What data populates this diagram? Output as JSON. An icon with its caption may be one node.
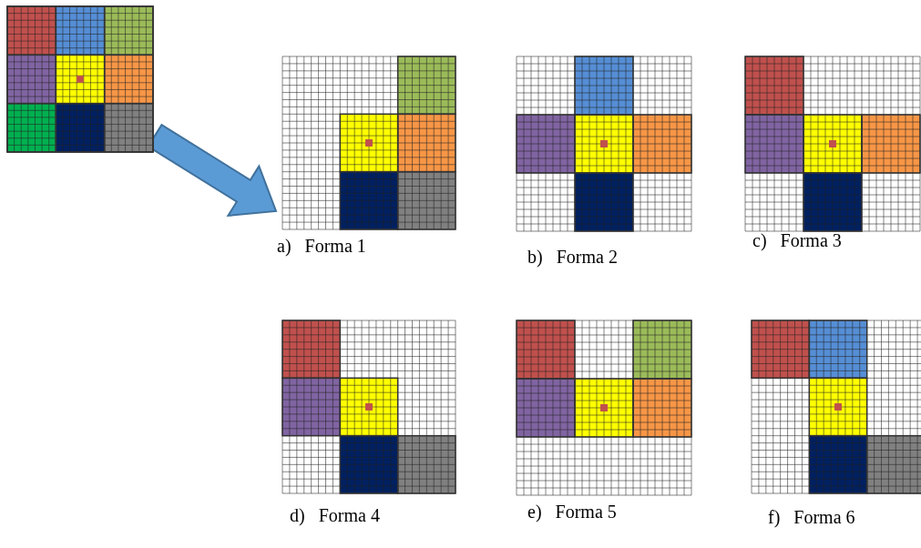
{
  "diagram": {
    "nodes": [
      {
        "text": [],
        "shape": "grid"
      },
      {
        "text": [
          "a)   Forma 1"
        ]
      },
      {
        "text": [
          "b)   Forma 2"
        ]
      },
      {
        "text": [
          "c)   Forma 3"
        ]
      },
      {
        "text": [
          "d)   Forma 4"
        ]
      },
      {
        "text": [
          "e)   Forma 5"
        ]
      },
      {
        "text": [
          "f)   Forma 6"
        ]
      }
    ],
    "edges": [
      {
        "from": 0,
        "to": 1,
        "arrow": "to",
        "style": "thick"
      }
    ]
  }
}
